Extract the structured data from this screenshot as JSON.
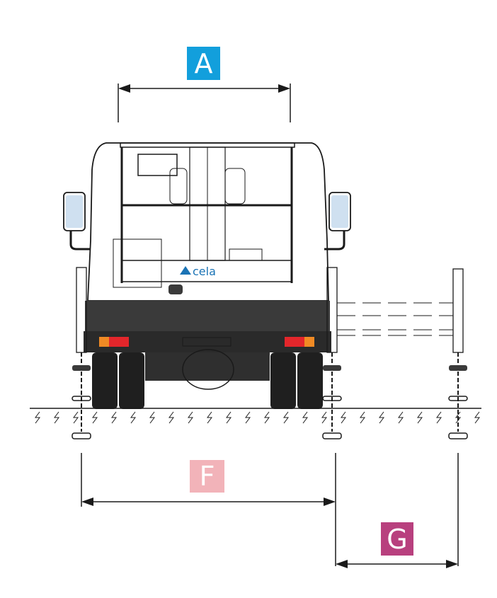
{
  "labels": {
    "a": {
      "text": "A",
      "color": "#129fdc"
    },
    "f": {
      "text": "F",
      "color": "#f2b3b9"
    },
    "g": {
      "text": "G",
      "color": "#b8407e"
    }
  },
  "brand": {
    "logo_text": "cela"
  },
  "colors": {
    "body_outline": "#1a1a1a",
    "chassis": "#3a3a3a",
    "basket_glass": "#cfe0f0",
    "tail_red": "#e3262b",
    "tail_orange": "#f08a24",
    "tyre": "#1f1f1f"
  },
  "icons": {
    "arrow": "double-headed-arrow",
    "ground": "hatched-ground"
  }
}
